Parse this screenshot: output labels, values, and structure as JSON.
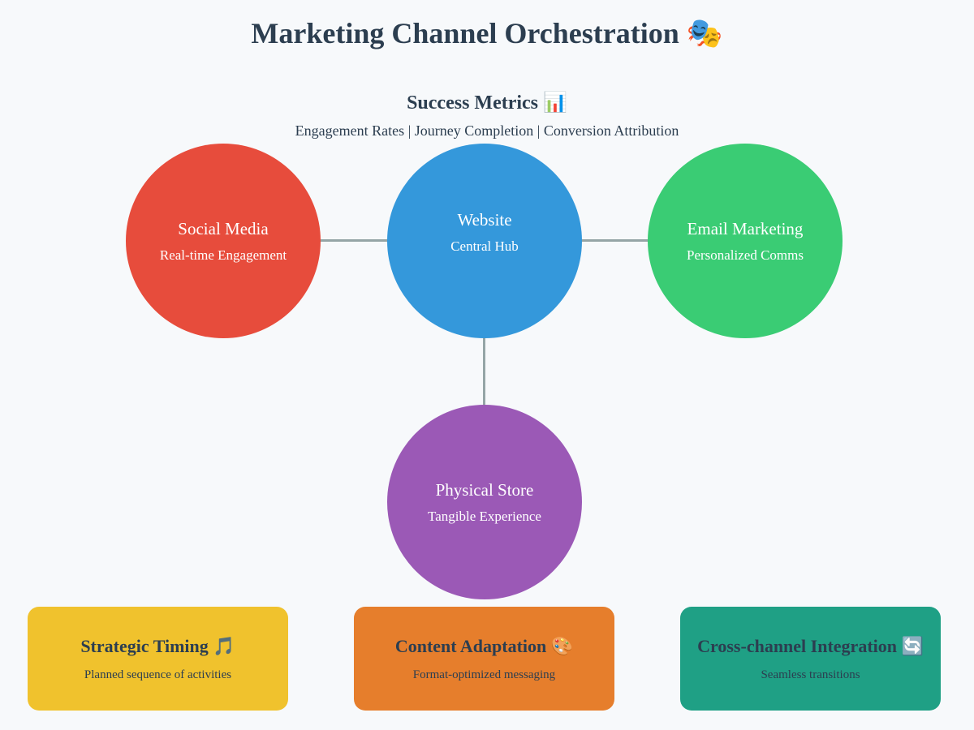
{
  "title": "Marketing Channel Orchestration 🎭",
  "metrics": {
    "title": "Success Metrics 📊",
    "subtitle": "Engagement Rates | Journey Completion | Conversion Attribution"
  },
  "channels": [
    {
      "name": "Social Media",
      "desc": "Real-time Engagement",
      "color": "#e74c3c"
    },
    {
      "name": "Website",
      "desc": "Central Hub",
      "color": "#3498db"
    },
    {
      "name": "Email Marketing",
      "desc": "Personalized Comms",
      "color": "#3acc74"
    },
    {
      "name": "Physical Store",
      "desc": "Tangible Experience",
      "color": "#9b59b6"
    }
  ],
  "cards": [
    {
      "title": "Strategic Timing 🎵",
      "desc": "Planned sequence of activities",
      "color": "#f0c22d"
    },
    {
      "title": "Content Adaptation 🎨",
      "desc": "Format-optimized messaging",
      "color": "#e67e2c"
    },
    {
      "title": "Cross-channel Integration 🔄",
      "desc": "Seamless transitions",
      "color": "#1fa085"
    }
  ]
}
